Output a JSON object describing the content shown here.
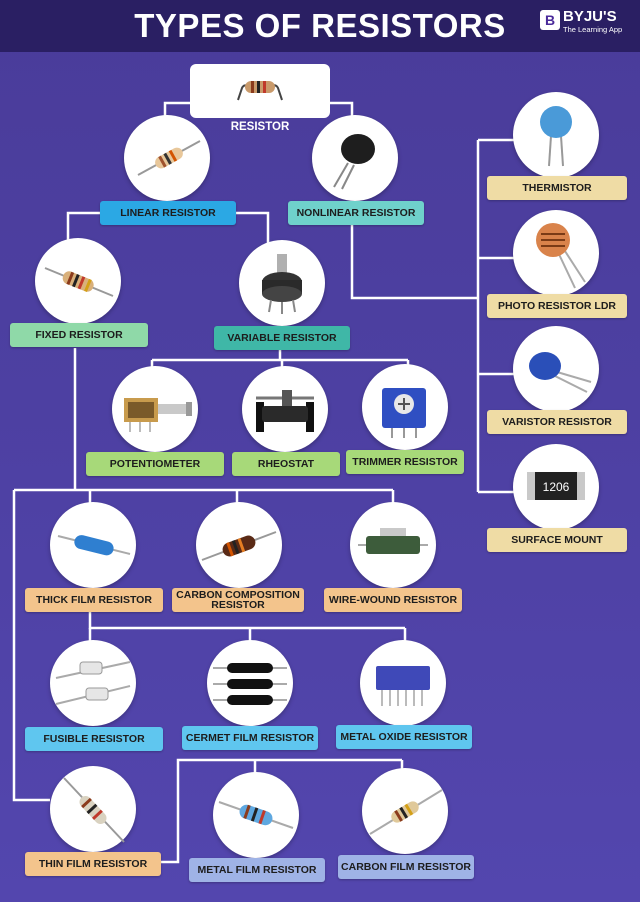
{
  "header": {
    "title": "TYPES OF RESISTORS",
    "brand_mark": "B",
    "brand_name": "BYJU'S",
    "brand_tagline": "The Learning App"
  },
  "root": {
    "label": "RESISTOR"
  },
  "nodes": {
    "linear": "LINEAR RESISTOR",
    "nonlinear": "NONLINEAR RESISTOR",
    "fixed": "FIXED RESISTOR",
    "variable": "VARIABLE RESISTOR",
    "potentiometer": "POTENTIOMETER",
    "rheostat": "RHEOSTAT",
    "trimmer": "TRIMMER  RESISTOR",
    "thermistor": "THERMISTOR",
    "photo": "PHOTO RESISTOR LDR",
    "varistor": "VARISTOR RESISTOR",
    "surface_mount": "SURFACE MOUNT",
    "chip_marking": "1206",
    "thick_film": "THICK FILM RESISTOR",
    "carbon_composition": "CARBON COMPOSITION RESISTOR",
    "wire_wound": "WIRE-WOUND RESISTOR",
    "fusible": "FUSIBLE RESISTOR",
    "cermet_film": "CERMET FILM RESISTOR",
    "metal_oxide": "METAL OXIDE RESISTOR",
    "thin_film": "THIN FILM RESISTOR",
    "metal_film": "METAL FILM RESISTOR",
    "carbon_film": "CARBON FILM RESISTOR"
  },
  "colors": {
    "background": "#4d40a2",
    "header": "#2a1f63",
    "connector": "#ffffff"
  }
}
